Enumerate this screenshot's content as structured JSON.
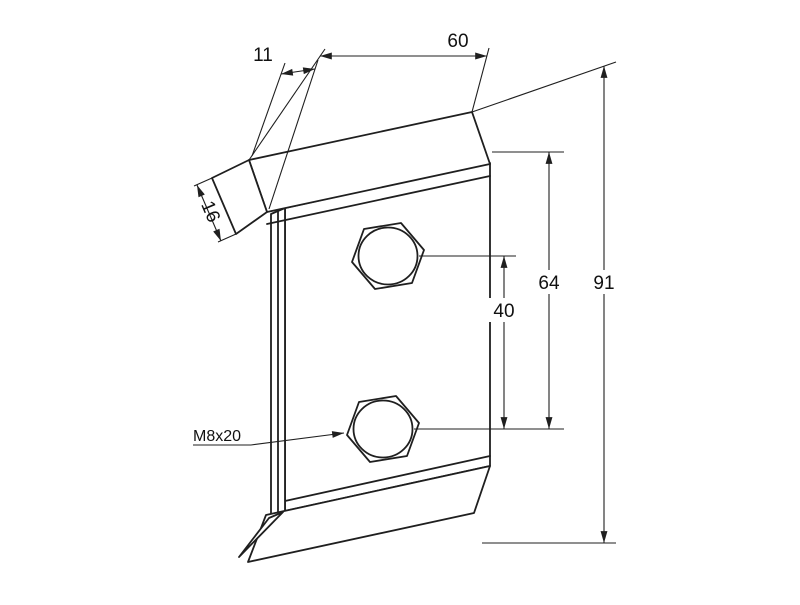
{
  "drawing": {
    "line_color": "#1f1f1f",
    "background_color": "#ffffff"
  },
  "dimensions": {
    "top_width": "60",
    "top_offset": "11",
    "flange_depth": "16",
    "bolt_spacing": "40",
    "face_height": "64",
    "overall_height": "91"
  },
  "labels": {
    "bolt_spec": "M8x20"
  }
}
